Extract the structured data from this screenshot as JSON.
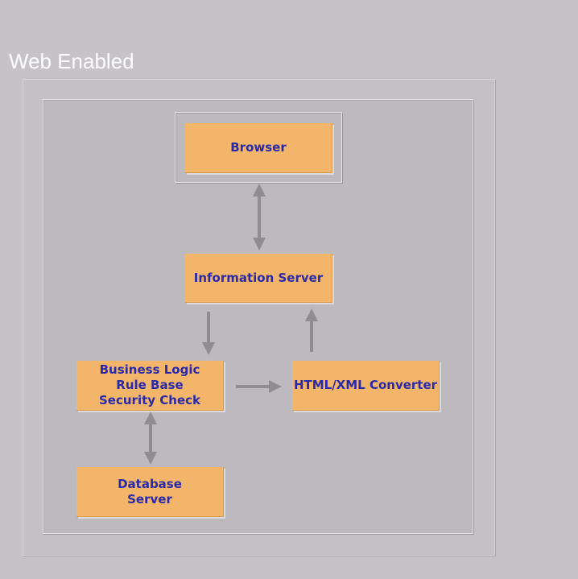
{
  "title": "Web Enabled",
  "nodes": {
    "browser": "Browser",
    "information_server": "Information Server",
    "business_logic": "Business Logic\nRule Base\nSecurity Check",
    "html_xml_converter": "HTML/XML Converter",
    "database_server": "Database\nServer"
  },
  "connections": [
    {
      "from": "browser",
      "to": "information_server",
      "direction": "bidirectional",
      "icon": "double-arrow-vertical"
    },
    {
      "from": "information_server",
      "to": "business_logic",
      "direction": "forward",
      "icon": "arrow-down"
    },
    {
      "from": "business_logic",
      "to": "html_xml_converter",
      "direction": "forward",
      "icon": "arrow-right"
    },
    {
      "from": "html_xml_converter",
      "to": "information_server",
      "direction": "forward",
      "icon": "arrow-up"
    },
    {
      "from": "business_logic",
      "to": "database_server",
      "direction": "bidirectional",
      "icon": "double-arrow-vertical"
    }
  ],
  "colors": {
    "background": "#c5c3c7",
    "node_fill": "#f3b56a",
    "node_text": "#2a2aa8",
    "title_text": "#ffffff",
    "arrow": "#8f8d91"
  }
}
